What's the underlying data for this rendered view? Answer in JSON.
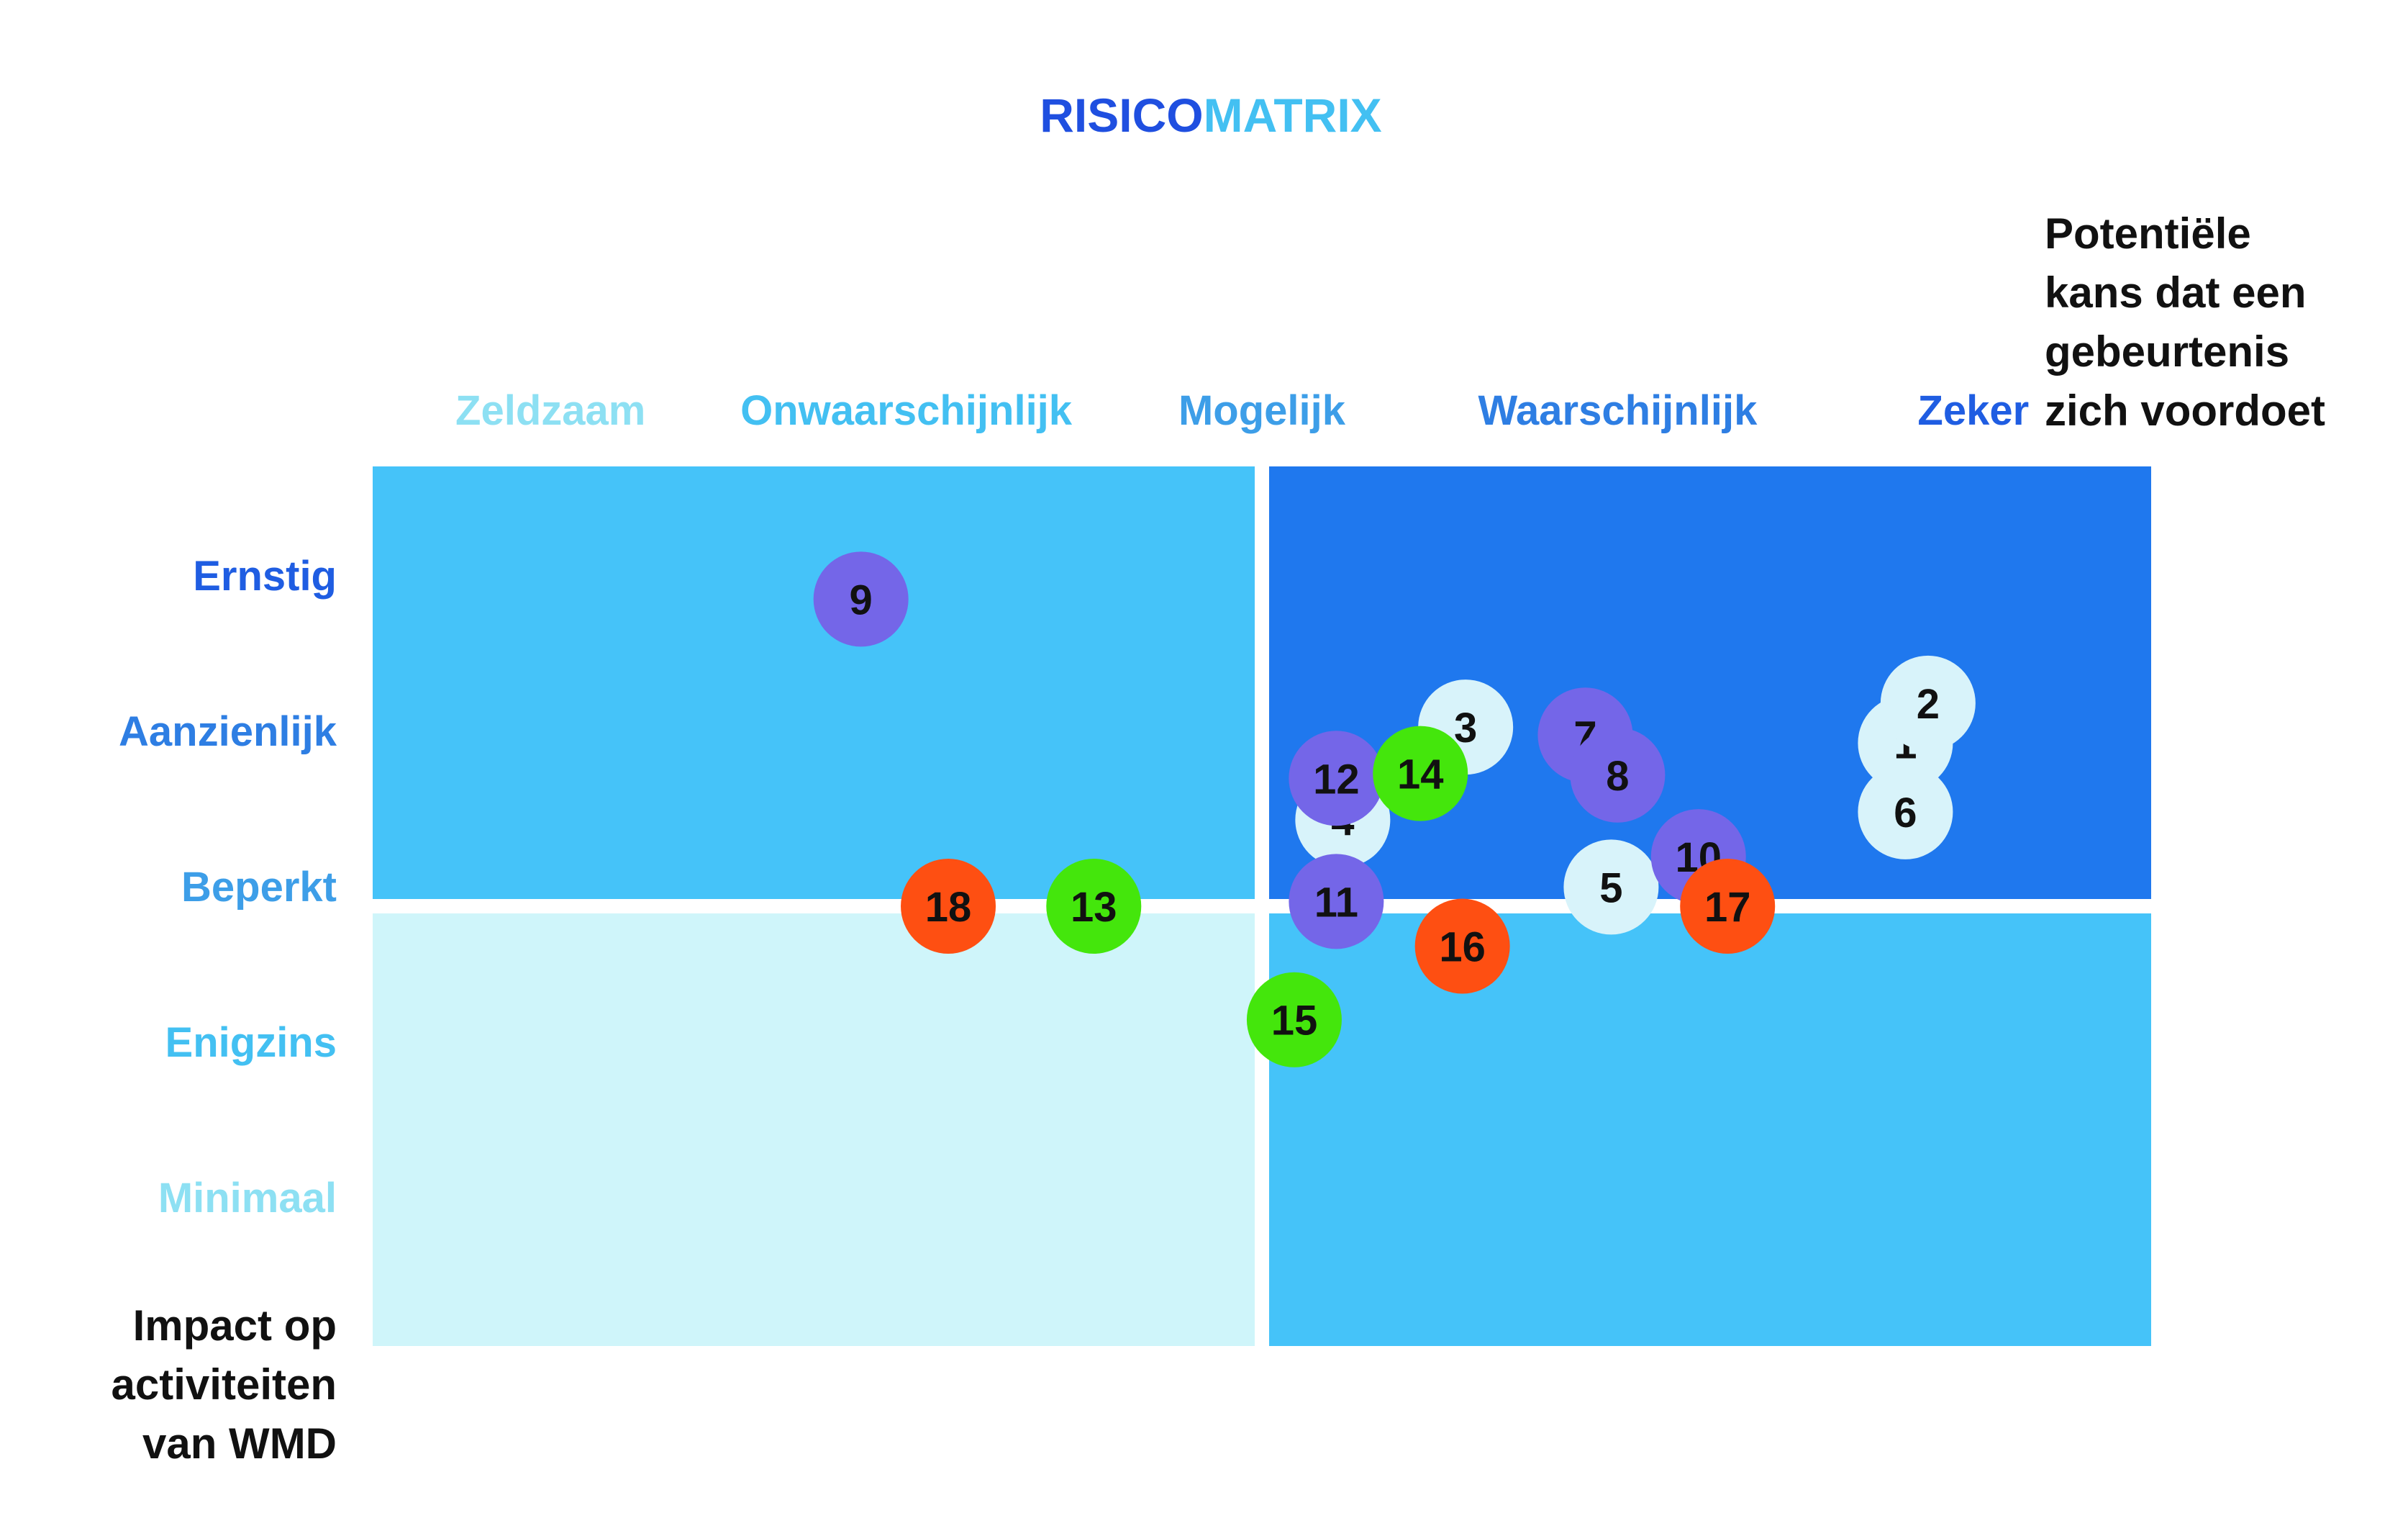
{
  "chart_data": {
    "type": "scatter",
    "title_part1": "RISICO",
    "title_part2": "MATRIX",
    "x_axis_title": [
      "Potentiële",
      "kans dat een",
      "gebeurtenis",
      "zich voordoet"
    ],
    "y_axis_title": [
      "Impact op",
      "activiteiten",
      "van WMD"
    ],
    "x_categories": [
      "Zeldzaam",
      "Onwaarschijnlijk",
      "Mogelijk",
      "Waarschijnlijk",
      "Zeker"
    ],
    "y_categories": [
      "Ernstig",
      "Aanzienlijk",
      "Beperkt",
      "Enigzins",
      "Minimaal"
    ],
    "xlim": [
      0,
      5.5
    ],
    "ylim": [
      0,
      5.5
    ],
    "quadrant_split": {
      "x": 2.75,
      "y": 2.75
    },
    "quadrant_colors": {
      "top_left": "#45c3f9",
      "top_right": "#1f78ee",
      "bottom_left": "#cff5fa",
      "bottom_right": "#45c3f9"
    },
    "category_colors": {
      "x": [
        "#8de0f3",
        "#43c0f2",
        "#3d9ee8",
        "#2e7ee3",
        "#1f5de2"
      ],
      "y": [
        "#1f5de2",
        "#2e7ee3",
        "#3d9ee8",
        "#43c0f2",
        "#8de0f3"
      ]
    },
    "title_colors": [
      "#1f4fe0",
      "#43c0f2"
    ],
    "group_colors": {
      "light": "#d8f3fa",
      "purple": "#7466e8",
      "green": "#44e60c",
      "orange": "#fe4f12"
    },
    "points": [
      {
        "label": "1",
        "x": 4.74,
        "y": 3.77,
        "group": "light"
      },
      {
        "label": "2",
        "x": 4.81,
        "y": 4.02,
        "group": "light"
      },
      {
        "label": "3",
        "x": 3.38,
        "y": 3.87,
        "group": "light"
      },
      {
        "label": "4",
        "x": 3.0,
        "y": 3.29,
        "group": "light"
      },
      {
        "label": "5",
        "x": 3.83,
        "y": 2.87,
        "group": "light"
      },
      {
        "label": "6",
        "x": 4.74,
        "y": 3.34,
        "group": "light"
      },
      {
        "label": "7",
        "x": 3.75,
        "y": 3.82,
        "group": "purple"
      },
      {
        "label": "8",
        "x": 3.85,
        "y": 3.57,
        "group": "purple"
      },
      {
        "label": "9",
        "x": 1.51,
        "y": 4.67,
        "group": "purple"
      },
      {
        "label": "10",
        "x": 4.1,
        "y": 3.06,
        "group": "purple"
      },
      {
        "label": "11",
        "x": 2.98,
        "y": 2.78,
        "group": "purple"
      },
      {
        "label": "12",
        "x": 2.98,
        "y": 3.55,
        "group": "purple"
      },
      {
        "label": "13",
        "x": 2.23,
        "y": 2.75,
        "group": "green"
      },
      {
        "label": "14",
        "x": 3.24,
        "y": 3.58,
        "group": "green"
      },
      {
        "label": "15",
        "x": 2.85,
        "y": 2.04,
        "group": "green"
      },
      {
        "label": "16",
        "x": 3.37,
        "y": 2.5,
        "group": "orange"
      },
      {
        "label": "17",
        "x": 4.19,
        "y": 2.75,
        "group": "orange"
      },
      {
        "label": "18",
        "x": 1.78,
        "y": 2.75,
        "group": "orange"
      }
    ]
  }
}
